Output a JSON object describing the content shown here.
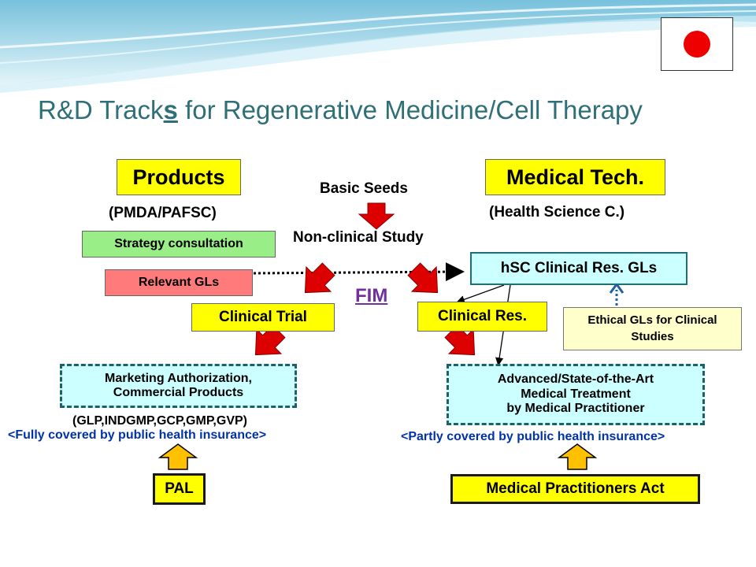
{
  "title": {
    "prefix": "R&D Track",
    "emph": "s",
    "suffix": " for Regenerative Medicine/Cell Therapy"
  },
  "flag_icon": "japan-flag-icon",
  "left": {
    "products": "Products",
    "products_sub": "(PMDA/PAFSC)",
    "strategy": "Strategy consultation",
    "relevant_gls": "Relevant GLs",
    "clinical_trial": "Clinical Trial",
    "marketing_l1": "Marketing Authorization,",
    "marketing_l2": "Commercial Products",
    "gl_list": "(GLP,INDGMP,GCP,GMP,GVP)",
    "coverage": "<Fully covered by public health insurance>",
    "law": "PAL"
  },
  "center": {
    "basic_seeds": "Basic Seeds",
    "non_clinical": "Non-clinical Study",
    "fim": "FIM"
  },
  "right": {
    "medical_tech": "Medical Tech.",
    "medical_tech_sub": "(Health Science C.)",
    "hsc": "hSC Clinical Res. GLs",
    "clinical_res": "Clinical Res.",
    "ethical_l1": "Ethical GLs for Clinical",
    "ethical_l2": "Studies",
    "advanced_l1": "Advanced/State-of-the-Art",
    "advanced_l2": "Medical Treatment",
    "advanced_l3": "by Medical Practitioner",
    "coverage": "<Partly covered by public health insurance>",
    "law": "Medical Practitioners Act"
  },
  "colors": {
    "title": "#2f6f78",
    "box_yellow": "#ffff00",
    "box_green": "#99ee88",
    "box_pink": "#ff7a7a",
    "box_cyan": "#ccffff",
    "arrow_red": "#dd0000",
    "arrow_gold": "#ffc000",
    "coverage_blue": "#0033aa",
    "fim_purple": "#7030a0"
  }
}
